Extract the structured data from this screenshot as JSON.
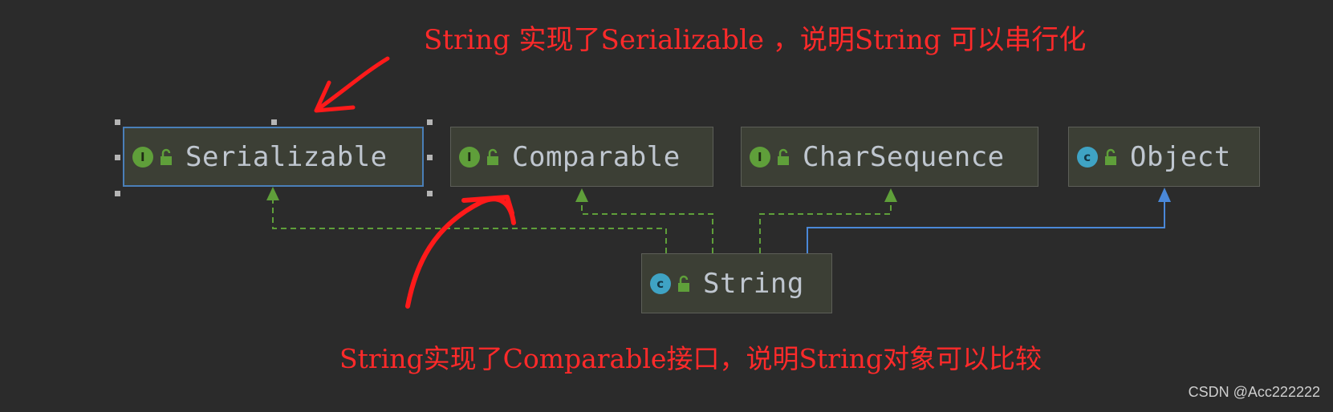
{
  "nodes": {
    "serializable": {
      "label": "Serializable",
      "kind": "interface",
      "badge": "I"
    },
    "comparable": {
      "label": "Comparable",
      "kind": "interface",
      "badge": "I"
    },
    "charsequence": {
      "label": "CharSequence",
      "kind": "interface",
      "badge": "I"
    },
    "object": {
      "label": "Object",
      "kind": "class",
      "badge": "c"
    },
    "string": {
      "label": "String",
      "kind": "class",
      "badge": "c"
    }
  },
  "annotations": {
    "top": "String 实现了Serializable ，说明String 可以串行化",
    "bottom": "String实现了Comparable接口，说明String对象可以比较"
  },
  "credit": "CSDN @Acc222222",
  "colors": {
    "background": "#2b2b2b",
    "node_fill": "#3c3f35",
    "interface_badge": "#5f9f3a",
    "class_badge": "#3fa3c4",
    "implements_line": "#5f9f3a",
    "extends_line": "#4a88d8",
    "annotation": "#ff2a2a"
  }
}
